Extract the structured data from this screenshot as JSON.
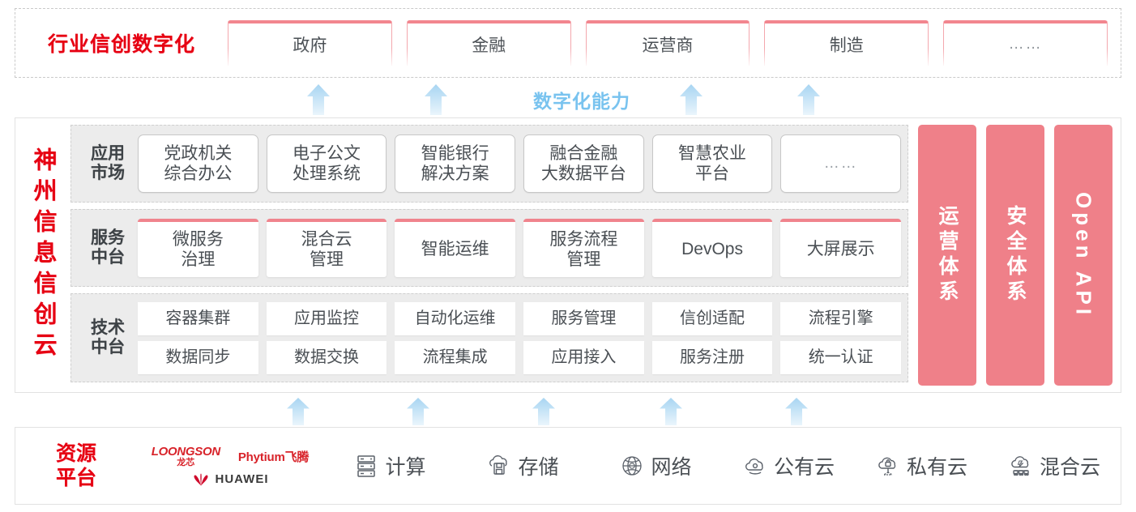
{
  "industry": {
    "title": "行业信创数字化",
    "cards": [
      {
        "label": "政府"
      },
      {
        "label": "金融"
      },
      {
        "label": "运营商"
      },
      {
        "label": "制造"
      },
      {
        "label": "……"
      }
    ]
  },
  "capability": {
    "label": "数字化能力",
    "arrow_count_top": 4,
    "arrow_count_bottom": 5,
    "arrow_color": "#bfe0f5"
  },
  "platform": {
    "title": "神州信息信创云",
    "rows": [
      {
        "label": "应用\n市场",
        "label_line1": "应用",
        "label_line2": "市场",
        "cards": [
          {
            "label": "党政机关\n综合办公",
            "l1": "党政机关",
            "l2": "综合办公"
          },
          {
            "label": "电子公文\n处理系统",
            "l1": "电子公文",
            "l2": "处理系统"
          },
          {
            "label": "智能银行\n解决方案",
            "l1": "智能银行",
            "l2": "解决方案"
          },
          {
            "label": "融合金融\n大数据平台",
            "l1": "融合金融",
            "l2": "大数据平台"
          },
          {
            "label": "智慧农业\n平台",
            "l1": "智慧农业",
            "l2": "平台"
          },
          {
            "label": "……",
            "l1": "……",
            "l2": ""
          }
        ]
      },
      {
        "label_line1": "服务",
        "label_line2": "中台",
        "cards": [
          {
            "l1": "微服务",
            "l2": "治理"
          },
          {
            "l1": "混合云",
            "l2": "管理"
          },
          {
            "l1": "智能运维",
            "l2": ""
          },
          {
            "l1": "服务流程",
            "l2": "管理"
          },
          {
            "l1": "DevOps",
            "l2": ""
          },
          {
            "l1": "大屏展示",
            "l2": ""
          }
        ]
      },
      {
        "label_line1": "技术",
        "label_line2": "中台",
        "cards_row1": [
          {
            "label": "容器集群"
          },
          {
            "label": "应用监控"
          },
          {
            "label": "自动化运维"
          },
          {
            "label": "服务管理"
          },
          {
            "label": "信创适配"
          },
          {
            "label": "流程引擎"
          }
        ],
        "cards_row2": [
          {
            "label": "数据同步"
          },
          {
            "label": "数据交换"
          },
          {
            "label": "流程集成"
          },
          {
            "label": "应用接入"
          },
          {
            "label": "服务注册"
          },
          {
            "label": "统一认证"
          }
        ]
      }
    ],
    "pillars": [
      {
        "label": "运营体系"
      },
      {
        "label": "安全体系"
      },
      {
        "label": "Open API"
      }
    ]
  },
  "resource": {
    "title_line1": "资源",
    "title_line2": "平台",
    "logos": [
      {
        "name": "loongson",
        "en": "LOONGSON",
        "cn": "龙芯"
      },
      {
        "name": "phytium",
        "text": "Phytium飞腾"
      },
      {
        "name": "huawei",
        "text": "HUAWEI"
      }
    ],
    "items": [
      {
        "label": "计算",
        "icon": "server-icon"
      },
      {
        "label": "存储",
        "icon": "cloud-storage-icon"
      },
      {
        "label": "网络",
        "icon": "globe-network-icon"
      },
      {
        "label": "公有云",
        "icon": "public-cloud-icon"
      },
      {
        "label": "私有云",
        "icon": "private-cloud-icon"
      },
      {
        "label": "混合云",
        "icon": "hybrid-cloud-icon"
      }
    ]
  },
  "colors": {
    "brand_red": "#e60012",
    "pink": "#ef8089",
    "card_pink_top": "#f0848d",
    "arrow_blue": "#bfe0f5",
    "capability_blue": "#79c3ef",
    "row_bg": "#ececec",
    "text_dark": "#4a4f54"
  }
}
